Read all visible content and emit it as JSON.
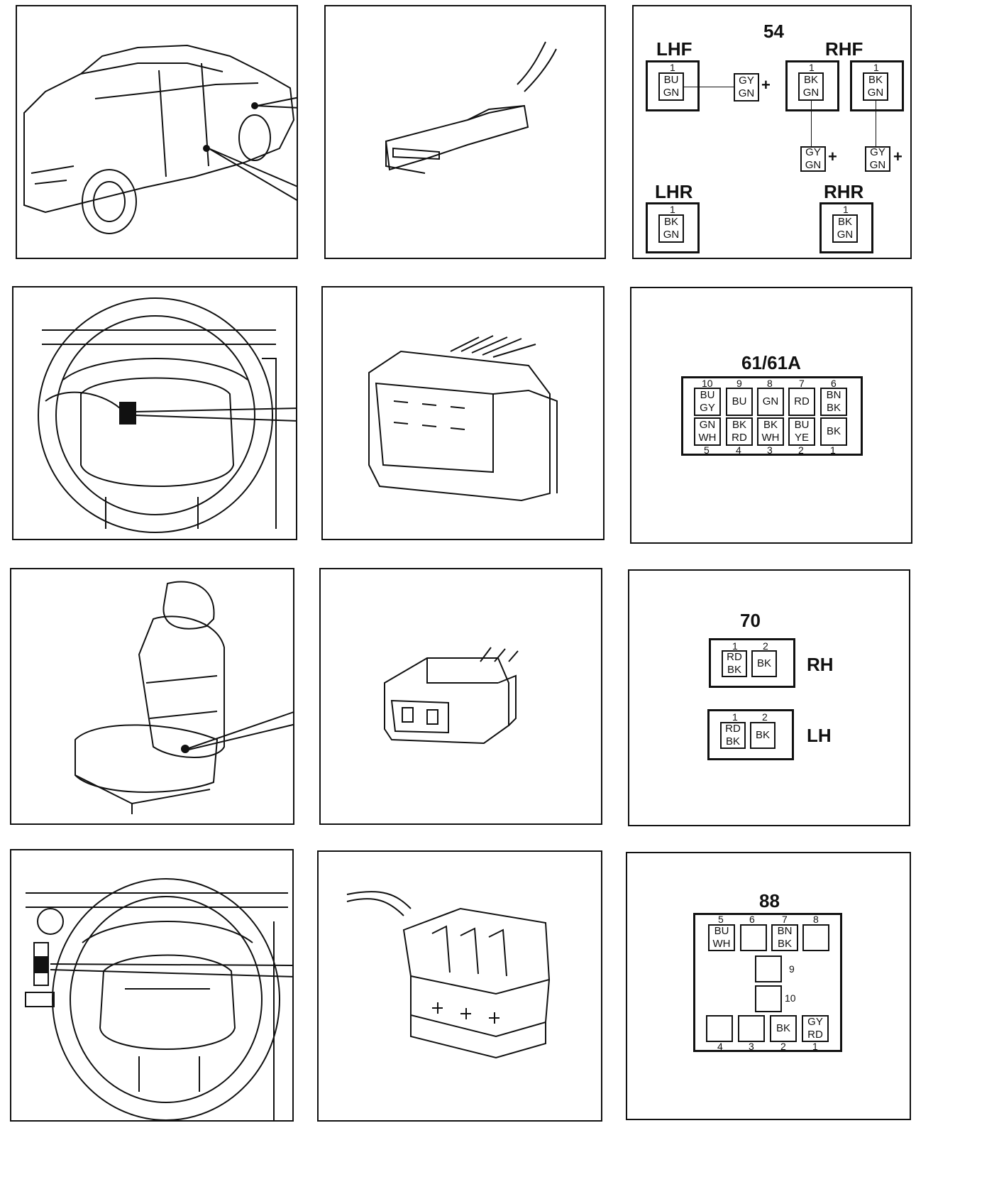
{
  "c54": {
    "title": "54",
    "lhf": {
      "label": "LHF",
      "pin": "1",
      "line1": "BU",
      "line2": "GN"
    },
    "rhf_label": "RHF",
    "rhf_a": {
      "pin": "1",
      "line1": "BK",
      "line2": "GN"
    },
    "rhf_b": {
      "pin": "1",
      "line1": "BK",
      "line2": "GN"
    },
    "feed1": {
      "line1": "GY",
      "line2": "GN",
      "sign": "+"
    },
    "feed2": {
      "line1": "GY",
      "line2": "GN",
      "sign": "+"
    },
    "feed3": {
      "line1": "GY",
      "line2": "GN",
      "sign": "+"
    },
    "lhr": {
      "label": "LHR",
      "pin": "1",
      "line1": "BK",
      "line2": "GN"
    },
    "rhr": {
      "label": "RHR",
      "pin": "1",
      "line1": "BK",
      "line2": "GN"
    }
  },
  "c61": {
    "title": "61/61A",
    "top_pins": [
      "10",
      "9",
      "8",
      "7",
      "6"
    ],
    "top_cells": [
      [
        "BU",
        "GY"
      ],
      [
        "BU",
        ""
      ],
      [
        "GN",
        ""
      ],
      [
        "RD",
        ""
      ],
      [
        "BN",
        "BK"
      ]
    ],
    "bottom_cells": [
      [
        "GN",
        "WH"
      ],
      [
        "BK",
        "RD"
      ],
      [
        "BK",
        "WH"
      ],
      [
        "BU",
        "YE"
      ],
      [
        "BK",
        ""
      ]
    ],
    "bottom_pins": [
      "5",
      "4",
      "3",
      "2",
      "1"
    ]
  },
  "c70": {
    "title": "70",
    "rh": {
      "label": "RH",
      "pin1": "1",
      "pin2": "2",
      "c1a": "RD",
      "c1b": "BK",
      "c2": "BK"
    },
    "lh": {
      "label": "LH",
      "pin1": "1",
      "pin2": "2",
      "c1a": "RD",
      "c1b": "BK",
      "c2": "BK"
    }
  },
  "c88": {
    "title": "88",
    "top_pins": [
      "5",
      "6",
      "7",
      "8"
    ],
    "p5": [
      "BU",
      "WH"
    ],
    "p7": [
      "BN",
      "BK"
    ],
    "p9": "9",
    "p10": "10",
    "p2": "BK",
    "p1": [
      "GY",
      "RD"
    ],
    "bottom_pins": [
      "4",
      "3",
      "2",
      "1"
    ]
  }
}
